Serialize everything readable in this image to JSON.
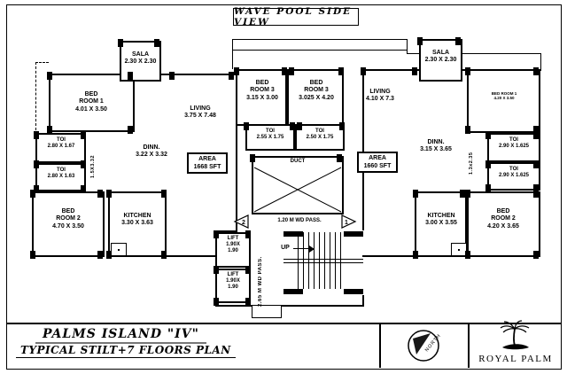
{
  "title": "WAVE POOL SIDE VIEW",
  "footer": {
    "project_name": "PALMS ISLAND \"IV\"",
    "drawing_name": "TYPICAL STILT+7 FLOORS PLAN",
    "north_label": "NORTH",
    "brand_name": "ROYAL PALM"
  },
  "left_apartment": {
    "area_label": "AREA",
    "area_value": "1668 SFT",
    "sala": {
      "name": "SALA",
      "dims": "2.30 X 2.30"
    },
    "bed1": {
      "name": "BED",
      "name2": "ROOM 1",
      "dims": "4.01 X 3.50"
    },
    "living": {
      "name": "LIVING",
      "dims": "3.75 X 7.48"
    },
    "dinn": {
      "name": "DINN.",
      "dims": "3.22 X 3.32"
    },
    "toi1": {
      "name": "TOI",
      "dims": "2.80 X 1.67"
    },
    "toi2": {
      "name": "TOI",
      "dims": "2.80 X 1.63"
    },
    "bed2": {
      "name": "BED",
      "name2": "ROOM 2",
      "dims": "4.70 X 3.50"
    },
    "kitchen": {
      "name": "KITCHEN",
      "dims": "3.30 X 3.63"
    },
    "shaft_dims": "1.5X3.32"
  },
  "core": {
    "bed3a": {
      "name": "BED",
      "name2": "ROOM 3",
      "dims": "3.15 X 3.00"
    },
    "bed3b": {
      "name": "BED",
      "name2": "ROOM 3",
      "dims": "3.025 X 4.20"
    },
    "toi1": {
      "name": "TOI",
      "dims": "2.55 X 1.75"
    },
    "toi2": {
      "name": "TOI",
      "dims": "2.50 X 1.75"
    },
    "duct_label": "DUCT",
    "lift1": {
      "name": "LIFT",
      "dims": "1.90X",
      "dims2": "1.90"
    },
    "lift2": {
      "name": "LIFT",
      "dims": "1.90X",
      "dims2": "1.90"
    },
    "passage_v": "2.65 M WD PASS.",
    "passage_h": "1.20 M WD PASS.",
    "up_label": "UP",
    "entry_left": "2",
    "entry_right": "1"
  },
  "right_apartment": {
    "area_label": "AREA",
    "area_value": "1660 SFT",
    "sala": {
      "name": "SALA",
      "dims": "2.30 X 2.30"
    },
    "living": {
      "name": "LIVING",
      "dims": "4.10 X 7.3"
    },
    "bed1": {
      "name": "BED ROOM 1",
      "dims": "4.20 X 3.50"
    },
    "dinn": {
      "name": "DINN.",
      "dims": "3.15 X 3.65"
    },
    "toi1": {
      "name": "TOI",
      "dims": "2.90 X 1.625"
    },
    "toi2": {
      "name": "TOI",
      "dims": "2.90 X 1.625"
    },
    "kitchen": {
      "name": "KITCHEN",
      "dims": "3.00 X 3.55"
    },
    "bed2": {
      "name": "BED",
      "name2": "ROOM 2",
      "dims": "4.20 X 3.65"
    },
    "shaft_dims": "1.3x2.35"
  }
}
